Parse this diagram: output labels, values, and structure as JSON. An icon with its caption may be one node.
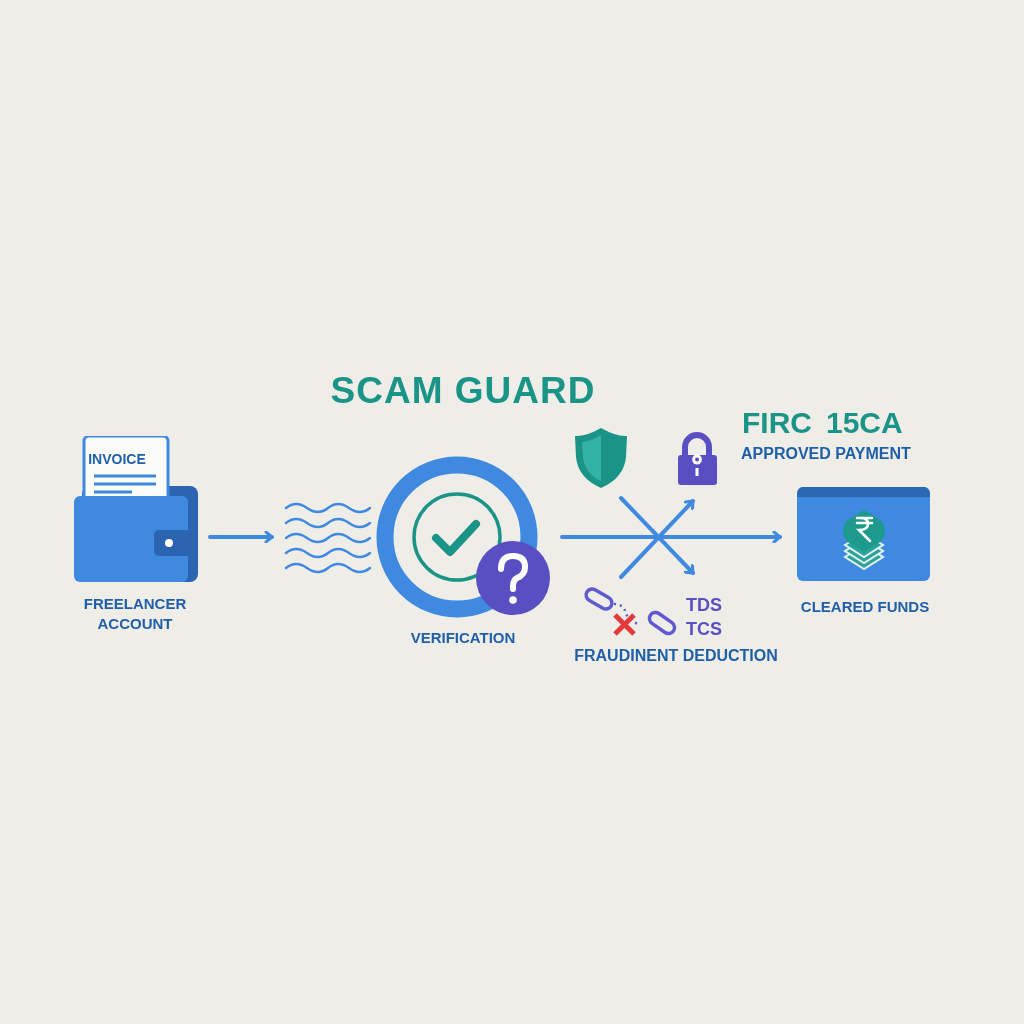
{
  "diagram": {
    "title": "SCAM GUARD",
    "nodes": [
      {
        "text": [
          "FREELANCER ACCOUNT"
        ]
      },
      {
        "text": [],
        "shape": "wave"
      },
      {
        "text": [
          "VERIFICATION"
        ]
      },
      {
        "text": [
          "CLEARED FUNDS"
        ]
      }
    ],
    "edges": [
      {
        "from": 0,
        "to": 1,
        "arrow": "to"
      },
      {
        "from": 2,
        "to": 3,
        "arrow": "to"
      }
    ],
    "labels": [
      "INVOICE",
      "FIRC",
      "15CA",
      "APPROVED PAYMENT",
      "TDS",
      "TCS",
      "FRAUDINENT DEDUCTION"
    ]
  }
}
